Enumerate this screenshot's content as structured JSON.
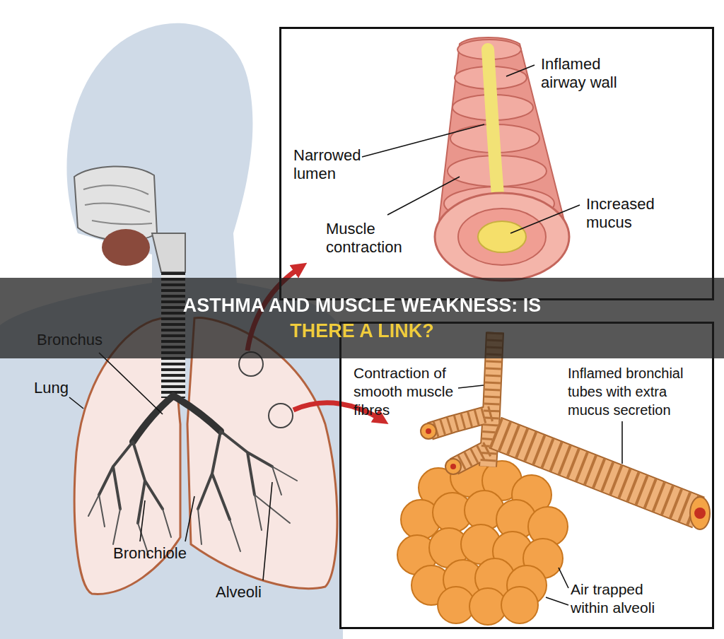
{
  "diagram": {
    "title": "ASTHMA AND MUSCLE WEAKNESS: IS THERE A LINK?",
    "nodes": [
      {
        "text": [
          "Inflamed airway wall",
          "Narrowed lumen",
          "Muscle contraction",
          "Increased mucus"
        ]
      },
      {
        "text": [
          "Contraction of smooth muscle fibres",
          "Inflamed bronchial tubes with extra mucus secretion",
          "Air trapped within alveoli"
        ]
      }
    ],
    "labels": [
      "Bronchus",
      "Lung",
      "Bronchiole",
      "Alveoli"
    ]
  }
}
